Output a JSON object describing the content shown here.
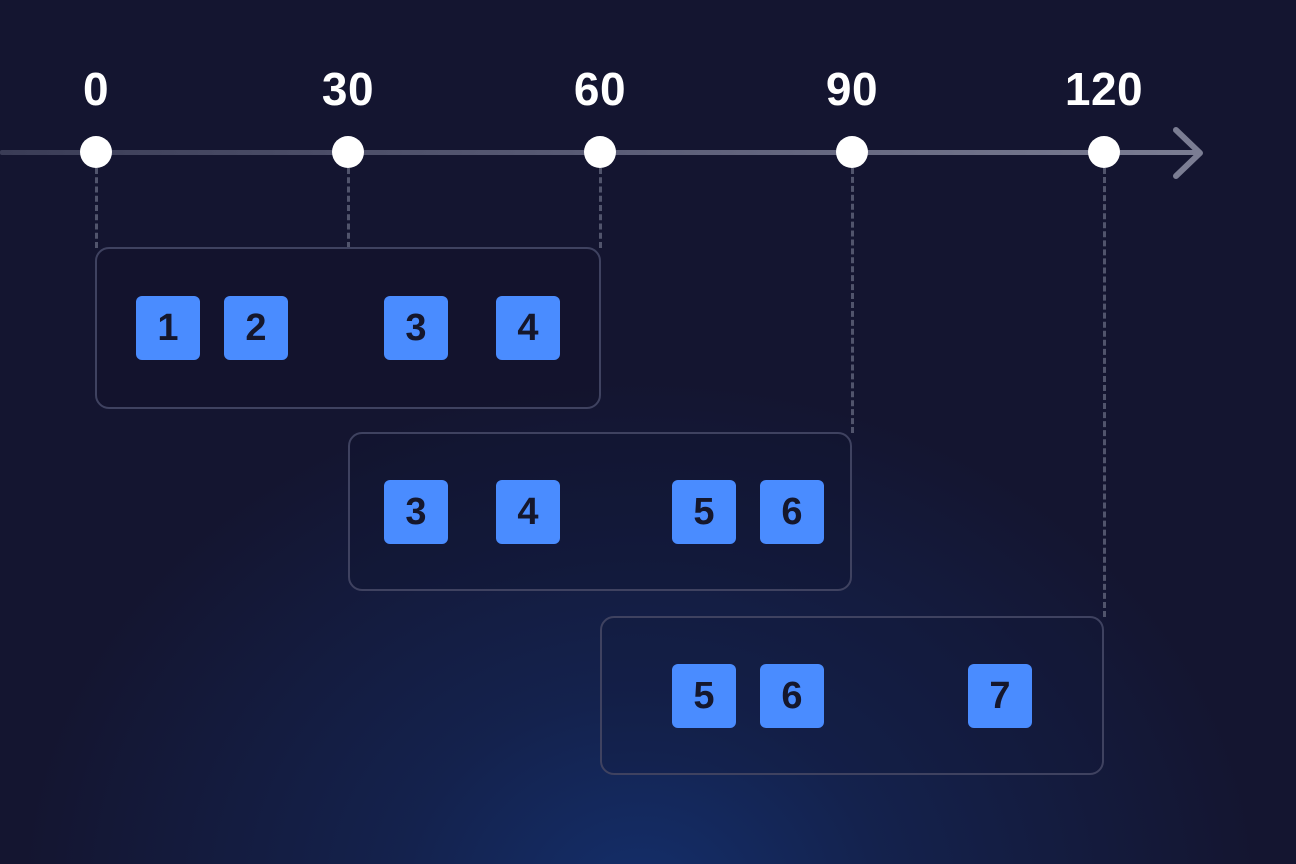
{
  "chart_data": {
    "type": "diagram",
    "title": "",
    "axis": {
      "ticks": [
        "0",
        "30",
        "60",
        "90",
        "120"
      ],
      "tick_values": [
        0,
        30,
        60,
        90,
        120
      ],
      "direction": "right-arrow"
    },
    "windows": [
      {
        "start": 0,
        "end": 60,
        "items": [
          "1",
          "2",
          "3",
          "4"
        ]
      },
      {
        "start": 30,
        "end": 90,
        "items": [
          "3",
          "4",
          "5",
          "6"
        ]
      },
      {
        "start": 60,
        "end": 120,
        "items": [
          "5",
          "6",
          "7"
        ]
      }
    ]
  },
  "colors": {
    "background": "#141530",
    "item_fill": "#4a8cff",
    "item_text": "#15172c",
    "window_border": "#3f4260",
    "tick_dot": "#ffffff"
  },
  "axis": {
    "labels": [
      "0",
      "30",
      "60",
      "90",
      "120"
    ]
  },
  "windows": [
    {
      "items": [
        "1",
        "2",
        "3",
        "4"
      ]
    },
    {
      "items": [
        "3",
        "4",
        "5",
        "6"
      ]
    },
    {
      "items": [
        "5",
        "6",
        "7"
      ]
    }
  ]
}
